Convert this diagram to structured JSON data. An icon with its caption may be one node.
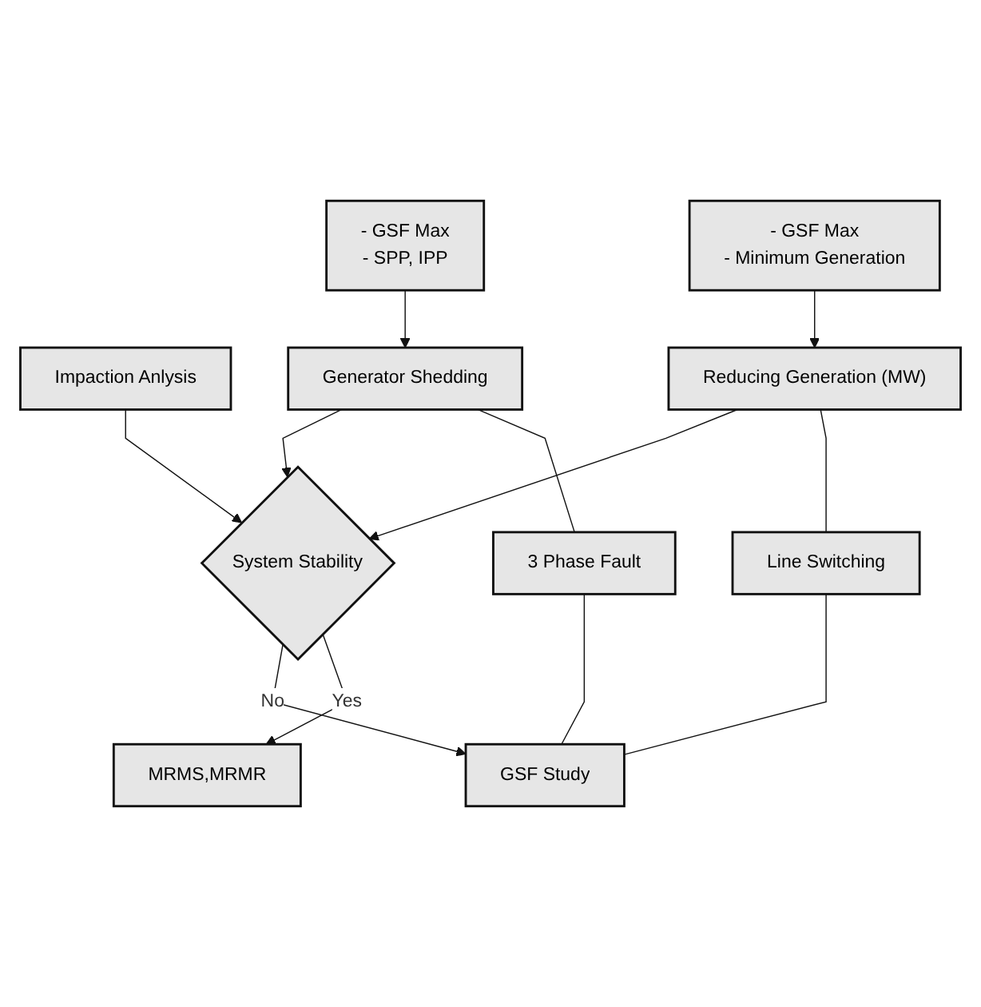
{
  "diagram": {
    "nodes": [
      {
        "text": [
          "Impaction Anlysis"
        ]
      },
      {
        "text": [
          "- GSF Max",
          "- SPP, IPP"
        ]
      },
      {
        "text": [
          "- GSF Max",
          "- Minimum Generation"
        ]
      },
      {
        "text": [
          "Generator Shedding"
        ]
      },
      {
        "text": [
          "Reducing Generation (MW)"
        ]
      },
      {
        "text": [
          "3 Phase Fault"
        ]
      },
      {
        "text": [
          "Line Switching"
        ]
      },
      {
        "text": [
          "GSF Study"
        ]
      },
      {
        "text": [
          "System Stability"
        ]
      },
      {
        "text": [
          "MRMS,MRMR"
        ]
      }
    ],
    "edges": [
      {
        "from": 0,
        "to": 8,
        "arrow": "to"
      },
      {
        "from": 1,
        "to": 3,
        "arrow": "to"
      },
      {
        "from": 2,
        "to": 4,
        "arrow": "to"
      },
      {
        "from": 3,
        "to": 8,
        "arrow": "to"
      },
      {
        "from": 4,
        "to": 8,
        "arrow": "to"
      },
      {
        "from": 3,
        "to": 5,
        "arrow": "none"
      },
      {
        "from": 4,
        "to": 6,
        "arrow": "none"
      },
      {
        "from": 5,
        "to": 7,
        "arrow": "none"
      },
      {
        "from": 6,
        "to": 7,
        "arrow": "none"
      },
      {
        "from": 8,
        "to": 7,
        "label": "No",
        "arrow": "to"
      },
      {
        "from": 8,
        "to": 9,
        "label": "Yes",
        "arrow": "to"
      }
    ]
  }
}
